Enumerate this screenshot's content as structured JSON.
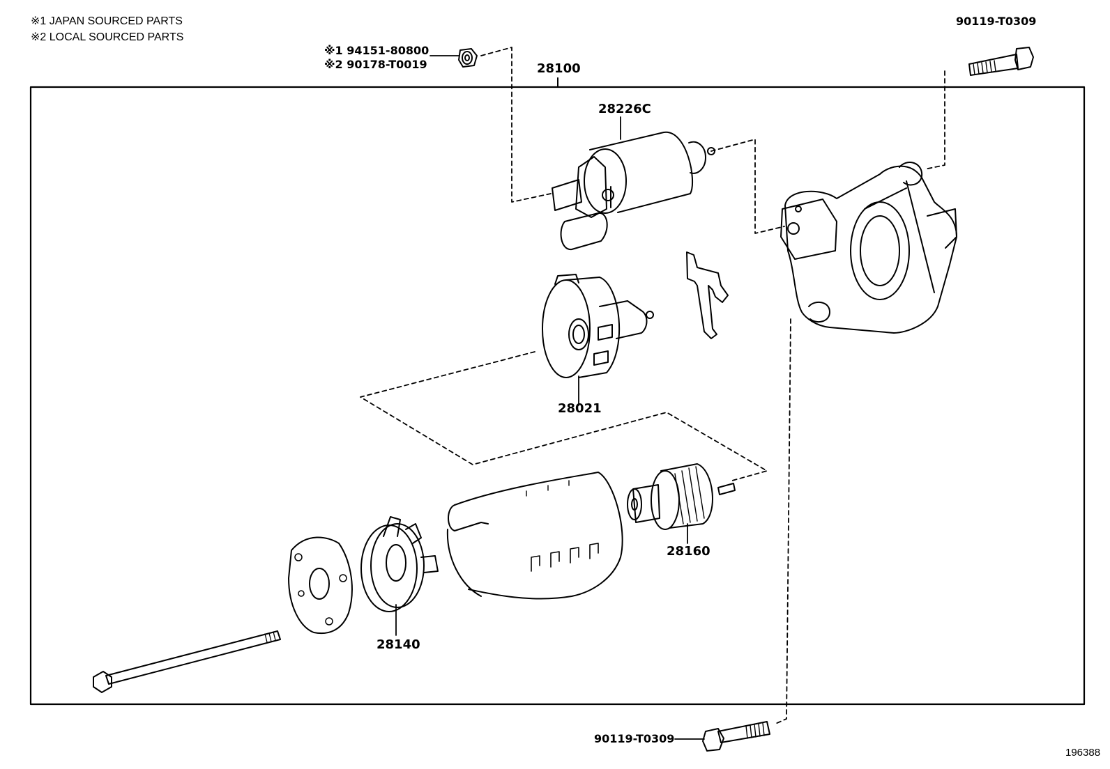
{
  "notes": [
    "※1 JAPAN SOURCED PARTS",
    "※2 LOCAL SOURCED PARTS"
  ],
  "nut_callout": {
    "line1": "※1  94151-80800",
    "line2": "※2  90178-T0019"
  },
  "parts": {
    "assembly": "28100",
    "solenoid": "28226C",
    "brush_holder": "28021",
    "armature": "28160",
    "end_frame": "28140",
    "bolt_top": "90119-T0309",
    "bolt_bottom": "90119-T0309"
  },
  "figure_id": "196388"
}
